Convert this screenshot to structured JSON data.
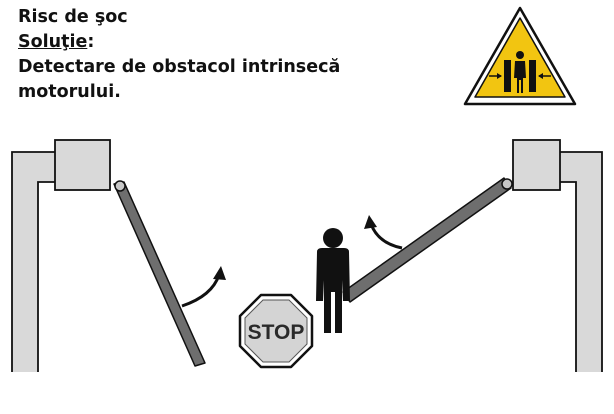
{
  "caption": {
    "risk": "Risc de şoc",
    "solution_label": "Soluţie",
    "solution_colon": ":",
    "solution_line1": "Detectare de obstacol intrinsecă",
    "solution_line2": "motorului."
  },
  "stop_sign": {
    "text": "STOP"
  },
  "colors": {
    "warning_yellow": "#f2c511",
    "post_gray": "#d9d9d9",
    "gate_arm": "#6e6e6e",
    "stop_sign_fill": "#d4d4d4",
    "outline": "#111111"
  },
  "icons": [
    "crush-hazard-warning-icon",
    "person-figure-icon",
    "left-arm-motion-arrow-icon",
    "right-arm-motion-arrow-icon"
  ]
}
